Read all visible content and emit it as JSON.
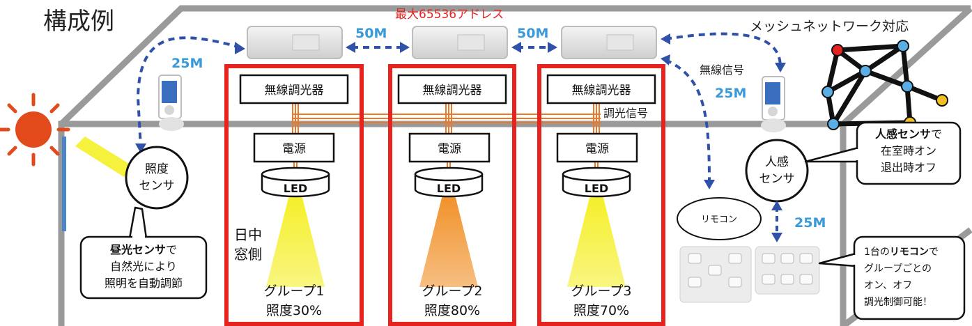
{
  "title": "構成例",
  "top_label": "最大65536アドレス",
  "mesh_label": "メッシュネットワーク対応",
  "distances": {
    "gw_left": "50M",
    "gw_right": "50M",
    "sensor_left": "25M",
    "sensor_right": "25M",
    "remote": "25M"
  },
  "wireless_signal": "無線信号",
  "dimming_signal": "調光信号",
  "groups": [
    {
      "dimmer": "無線調光器",
      "power": "電源",
      "led": "LED",
      "name": "グループ1",
      "level": "照度30%"
    },
    {
      "dimmer": "無線調光器",
      "power": "電源",
      "led": "LED",
      "name": "グループ2",
      "level": "照度80%"
    },
    {
      "dimmer": "無線調光器",
      "power": "電源",
      "led": "LED",
      "name": "グループ3",
      "level": "照度70%"
    }
  ],
  "daytime_window": [
    "日中",
    "窓側"
  ],
  "lux_sensor": [
    "照度",
    "センサ"
  ],
  "daylight_callout": {
    "bold": "昼光センサ",
    "rest": "で",
    "lines": [
      "自然光により",
      "照明を自動調節"
    ]
  },
  "motion_sensor": [
    "人感",
    "センサ"
  ],
  "motion_callout": {
    "bold": "人感センサ",
    "rest": "で",
    "lines": [
      "在室時オン",
      "退出時オフ"
    ]
  },
  "remote_label": "リモコン",
  "remote_callout": {
    "line1_pre": "1台の",
    "line1_bold": "リモコン",
    "line1_post": "で",
    "lines": [
      "グループごとの",
      "オン、オフ",
      "調光制御可能！"
    ]
  },
  "colors": {
    "group_border": "#e52420",
    "accent_blue": "#3a9ad9",
    "dash_blue": "#2f52a8",
    "signal_orange": "#ea7a2a",
    "sun": "#e24a1c",
    "beam_yellow": "#f4ee1a",
    "beam_orange": "#f08a1c",
    "mesh_red": "#e52420",
    "mesh_blue": "#5aaee6",
    "mesh_yellow": "#f0c020"
  }
}
